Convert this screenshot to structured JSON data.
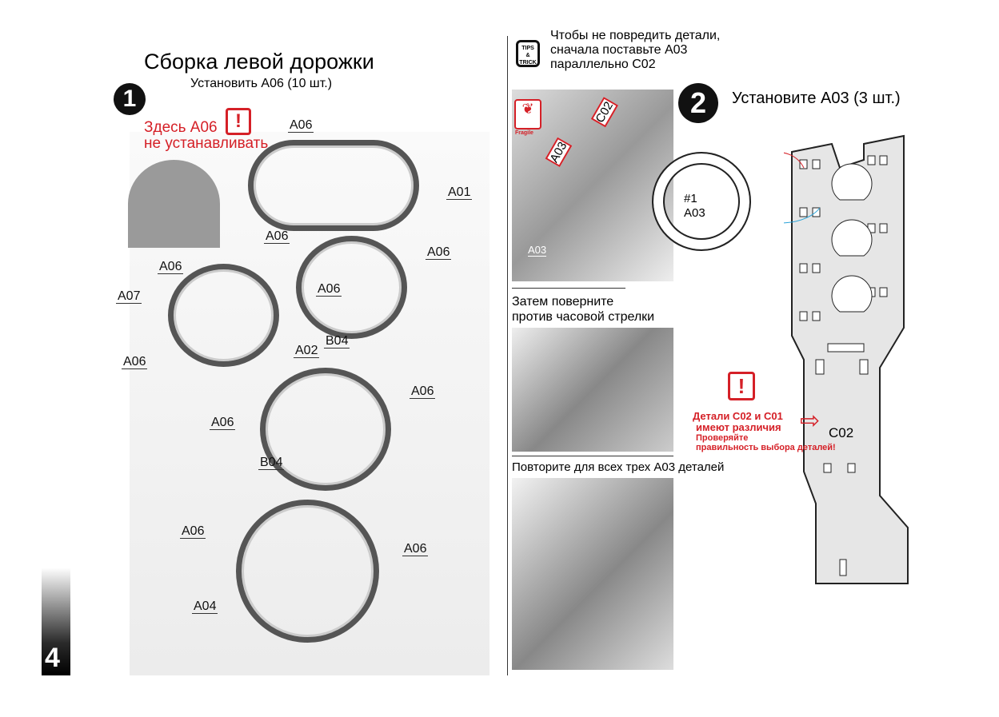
{
  "page_number": "4",
  "step1": {
    "title": "Сборка левой дорожки",
    "number": "1",
    "subtitle": "Установить A06 (10 шт.)",
    "warning": [
      "Здесь A06",
      "не устанавливать"
    ],
    "labels": [
      "A06",
      "A01",
      "A06",
      "A06",
      "A06",
      "A07",
      "A06",
      "A02",
      "B04",
      "A06",
      "A06",
      "A06",
      "B04",
      "A06",
      "A06",
      "A04"
    ]
  },
  "step2": {
    "tips_badge": [
      "TIPS",
      "&",
      "TRICK"
    ],
    "tip_text": [
      "Чтобы не повредить детали,",
      "сначала поставьте A03",
      "параллельно C02"
    ],
    "number": "2",
    "title": "Установите A03 (3 шт.)",
    "fragile": "Fragile",
    "photo_labels": [
      "A03",
      "C02",
      "A03"
    ],
    "turn_text": [
      "Затем поверните",
      "против часовой стрелки"
    ],
    "repeat_text": "Повторите для всех трех A03 деталей",
    "diagram_labels": [
      "#1",
      "A03",
      "C02"
    ],
    "warning": [
      "Детали C02 и C01",
      "имеют различия"
    ],
    "warning_sub": [
      "Проверяйте",
      "правильность выбора деталей!"
    ]
  }
}
